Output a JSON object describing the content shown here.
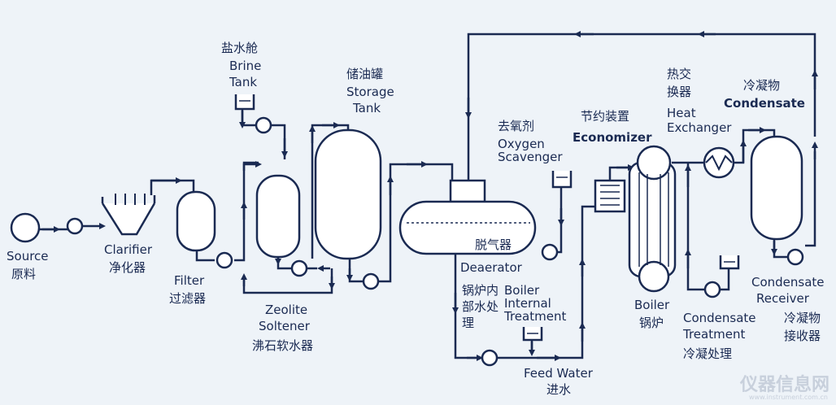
{
  "labels": {
    "source_en": "Source",
    "source_cn": "原料",
    "clarifier_en": "Clarifier",
    "clarifier_cn": "净化器",
    "filter_en": "Filter",
    "filter_cn": "过滤器",
    "brine_cn": "盐水舱",
    "brine_en1": "Brine",
    "brine_en2": "Tank",
    "zeolite_en1": "Zeolite",
    "zeolite_en2": "Soltener",
    "zeolite_cn": "沸石软水器",
    "storage_cn": "储油罐",
    "storage_en1": "Storage",
    "storage_en2": "Tank",
    "deaerator_cn": "脱气器",
    "deaerator_en": "Deaerator",
    "oxygen_cn": "去氧剂",
    "oxygen_en1": "Oxygen",
    "oxygen_en2": "Scavenger",
    "internal_cn1": "锅炉内",
    "internal_cn2": "部水处",
    "internal_cn3": "理",
    "internal_en1": "Boiler",
    "internal_en2": "Internal",
    "internal_en3": "Treatment",
    "feed_en": "Feed Water",
    "feed_cn": "进水",
    "economizer_cn": "节约装置",
    "economizer_en": "Economizer",
    "boiler_en": "Boiler",
    "boiler_cn": "锅炉",
    "heat_cn1": "热交",
    "heat_cn2": "换器",
    "heat_en1": "Heat",
    "heat_en2": "Exchanger",
    "condensate_cn": "冷凝物",
    "condensate_en": "Condensate",
    "ctreat_en1": "Condensate",
    "ctreat_en2": "Treatment",
    "ctreat_cn": "冷凝处理",
    "receiver_en1": "Condensate",
    "receiver_en2": "Receiver",
    "receiver_cn1": "冷凝物",
    "receiver_cn2": "接收器"
  },
  "watermark": {
    "text": "仪器信息网",
    "sub": "www.instrument.com.cn"
  },
  "colors": {
    "line": "#1a2a52",
    "background": "#eef3f8"
  }
}
